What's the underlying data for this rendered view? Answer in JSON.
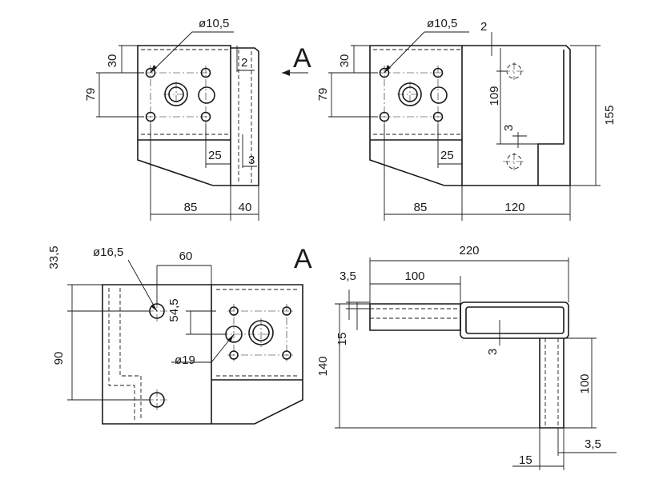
{
  "views": {
    "front": {
      "dims": {
        "hole_dia": "ø10,5",
        "top_offset": "30",
        "hole_spacing": "79",
        "flange_thk": "2",
        "pitch": "25",
        "flange_gap": "3",
        "width": "85",
        "flange_width": "40"
      }
    },
    "side": {
      "dims": {
        "hole_dia": "ø10,5",
        "top_offset": "30",
        "hole_spacing": "79",
        "plate_thk": "2",
        "slot_pitch": "109",
        "slot_step": "3",
        "pitch": "25",
        "height": "155",
        "width": "85",
        "depth": "120"
      }
    },
    "view_a": {
      "dims": {
        "top_offset": "33,5",
        "big_hole": "ø16,5",
        "hole_x": "60",
        "hole_y": "54,5",
        "med_hole": "ø19",
        "vertical": "90"
      }
    },
    "top": {
      "dims": {
        "total": "220",
        "thk": "3,5",
        "inner": "100",
        "section_h": "15",
        "wall": "3",
        "height": "140",
        "leg_len": "100",
        "thk_right": "3,5",
        "leg_w": "15"
      }
    }
  },
  "labels": {
    "section_arrow": "A",
    "view_title": "A"
  }
}
